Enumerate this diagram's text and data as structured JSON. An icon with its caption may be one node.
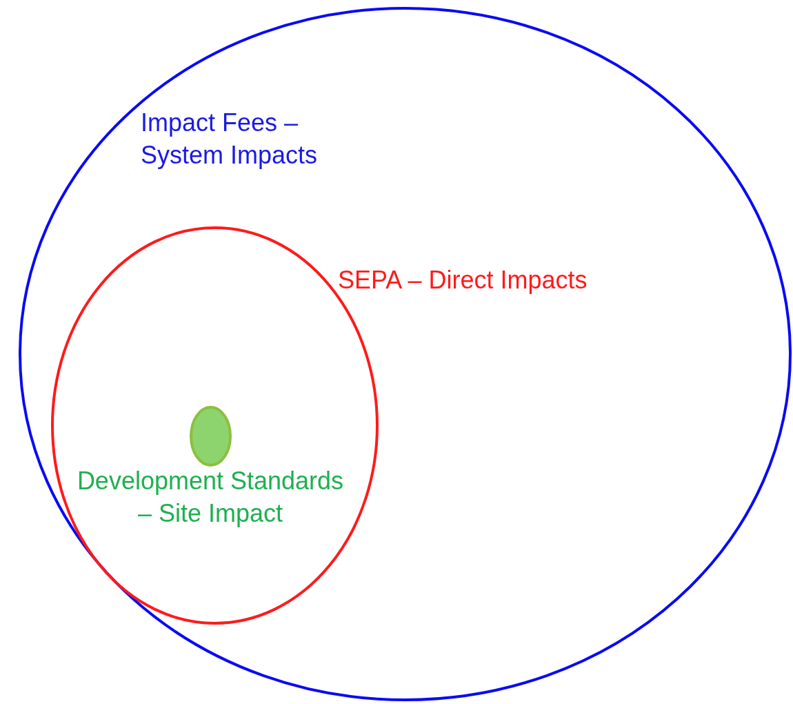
{
  "diagram": {
    "nodes": [
      {
        "text": [
          "Impact Fees – System Impacts"
        ]
      },
      {
        "text": [
          "SEPA – Direct Impacts"
        ],
        "in": 0
      },
      {
        "text": [
          "Development Standards – Site Impact"
        ],
        "in": 1
      }
    ]
  }
}
